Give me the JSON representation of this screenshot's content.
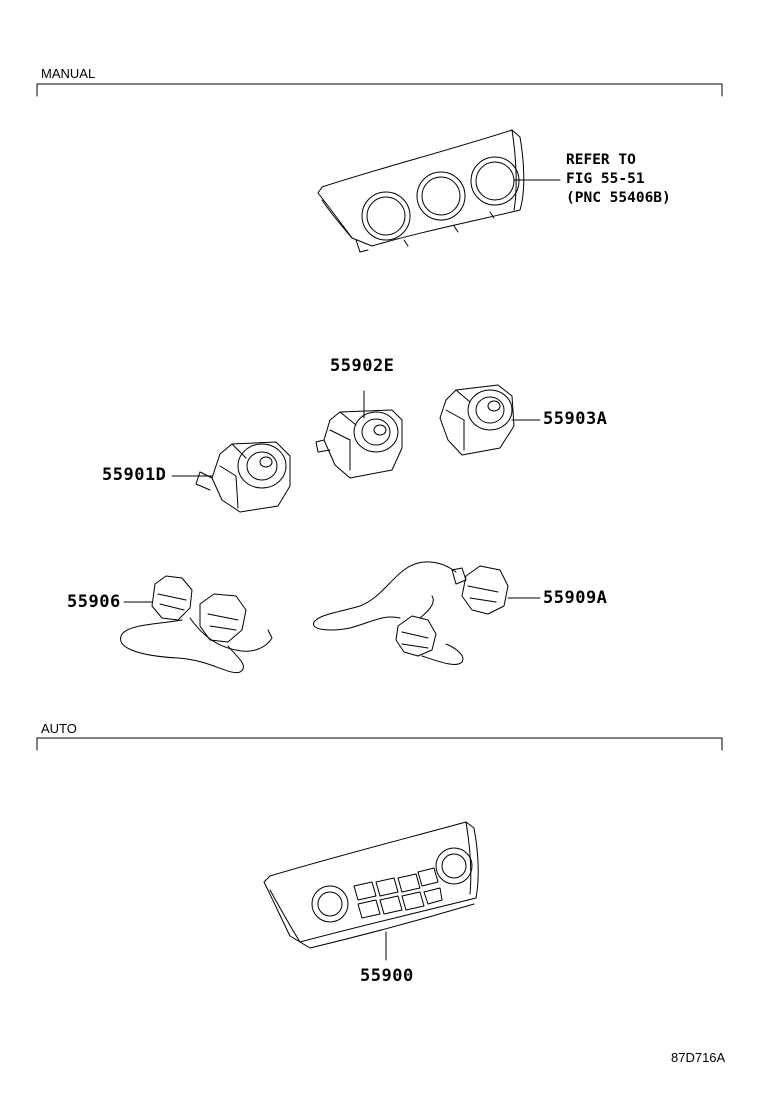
{
  "sections": {
    "manual_label": "MANUAL",
    "auto_label": "AUTO"
  },
  "refer_note": {
    "line1": "REFER TO",
    "line2": "FIG 55-51",
    "line3": "(PNC 55406B)"
  },
  "parts": {
    "p55902e": "55902E",
    "p55903a": "55903A",
    "p55901d": "55901D",
    "p55906": "55906",
    "p55909a": "55909A",
    "p55900": "55900"
  },
  "diagram_id": "87D716A"
}
